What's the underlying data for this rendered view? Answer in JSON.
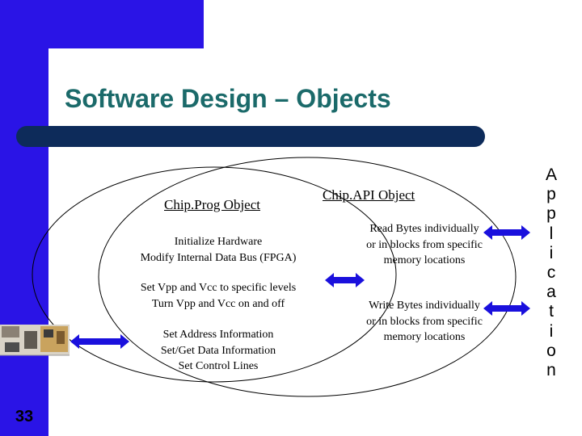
{
  "slide": {
    "title": "Software Design – Objects",
    "number": "33"
  },
  "chipprog": {
    "title": "Chip.Prog Object",
    "group1": [
      "Initialize Hardware",
      "Modify Internal Data Bus (FPGA)"
    ],
    "group2": [
      "Set Vpp and Vcc to specific levels",
      "Turn Vpp and Vcc on and off"
    ],
    "group3": [
      "Set Address Information",
      "Set/Get Data Information",
      "Set Control Lines"
    ]
  },
  "chipapi": {
    "title": "Chip.API Object",
    "read": [
      "Read Bytes individually",
      "or in blocks from specific",
      "memory locations"
    ],
    "write": [
      "Write Bytes individually",
      "or in blocks from specific",
      "memory locations"
    ]
  },
  "application_label": [
    "A",
    "p",
    "p",
    "l",
    "i",
    "c",
    "a",
    "t",
    "i",
    "o",
    "n"
  ],
  "colors": {
    "banner": "#2a14e6",
    "bar": "#0d2b5a",
    "title": "#1b6a6a",
    "arrow": "#1a10dd"
  }
}
